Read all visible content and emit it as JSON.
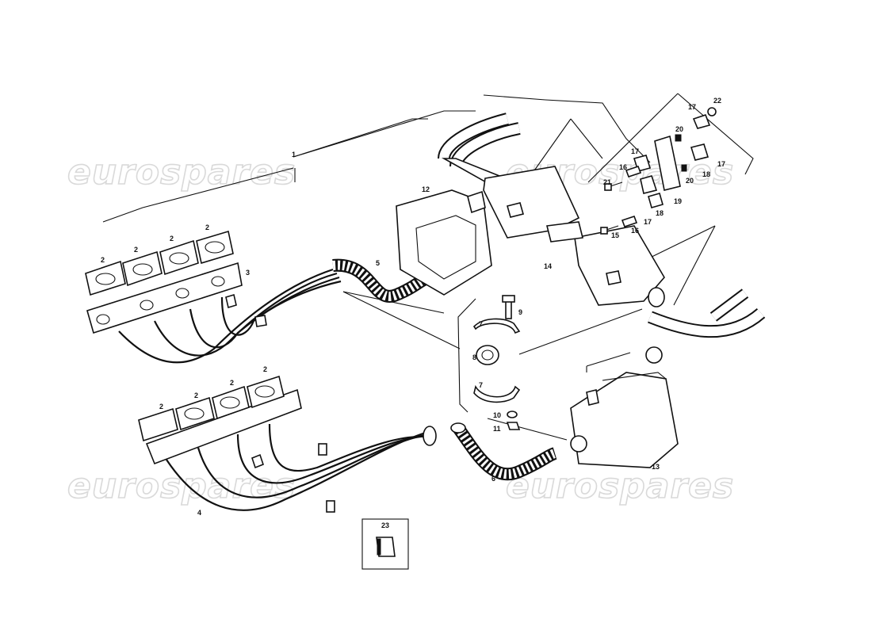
{
  "watermarks": [
    "eurospares",
    "eurospares",
    "eurospares",
    "eurospares"
  ],
  "labels": {
    "p1": "1",
    "p2a": "2",
    "p2b": "2",
    "p2c": "2",
    "p2d": "2",
    "p2e": "2",
    "p2f": "2",
    "p2g": "2",
    "p2h": "2",
    "p3": "3",
    "p4": "4",
    "p5": "5",
    "p6": "6",
    "p7a": "7",
    "p7b": "7",
    "p8": "8",
    "p9": "9",
    "p10": "10",
    "p11": "11",
    "p12": "12",
    "p13": "13",
    "p14": "14",
    "p15": "15",
    "p16a": "16",
    "p16b": "16",
    "p17a": "17",
    "p17b": "17",
    "p17c": "17",
    "p17d": "17",
    "p18a": "18",
    "p18b": "18",
    "p19": "19",
    "p20a": "20",
    "p20b": "20",
    "p21": "21",
    "p22": "22",
    "p23": "23"
  }
}
